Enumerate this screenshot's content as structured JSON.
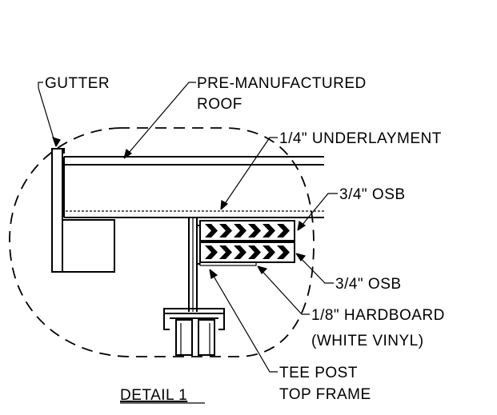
{
  "labels": {
    "gutter": "GUTTER",
    "roof_line1": "PRE-MANUFACTURED",
    "roof_line2": "ROOF",
    "underlayment": "1/4\" UNDERLAYMENT",
    "osb_top": "3/4\" OSB",
    "osb_bottom": "3/4\" OSB",
    "hardboard_line1": "1/8\" HARDBOARD",
    "hardboard_line2": "(WHITE VINYL)",
    "tee_post_line1": "TEE POST",
    "tee_post_line2": "TOP FRAME",
    "detail_title": "DETAIL 1"
  }
}
